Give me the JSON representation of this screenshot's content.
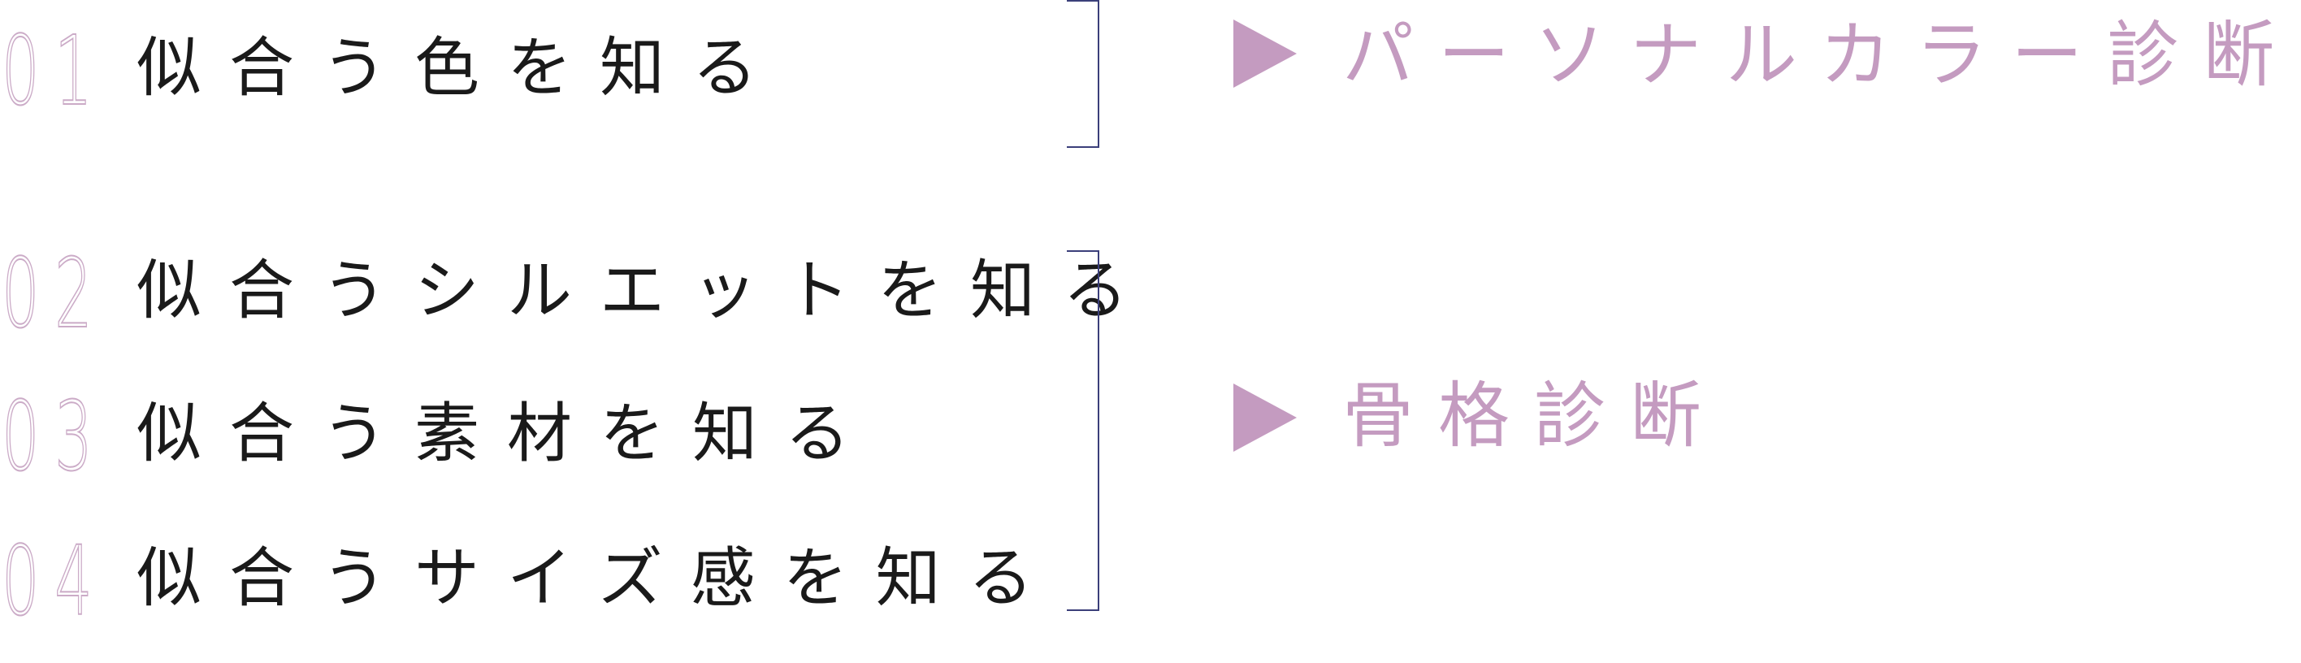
{
  "group1": {
    "items": [
      {
        "number": "01",
        "label": "似合う色を知る"
      }
    ],
    "result": "パーソナルカラー診断"
  },
  "group2": {
    "items": [
      {
        "number": "02",
        "label": "似合うシルエットを知る"
      },
      {
        "number": "03",
        "label": "似合う素材を知る"
      },
      {
        "number": "04",
        "label": "似合うサイズ感を知る"
      }
    ],
    "result": "骨格診断"
  },
  "colors": {
    "accent": "#c49bc0",
    "number": "#c9a7c5",
    "bracket": "#3b3f7a",
    "text": "#1a1a1a"
  }
}
